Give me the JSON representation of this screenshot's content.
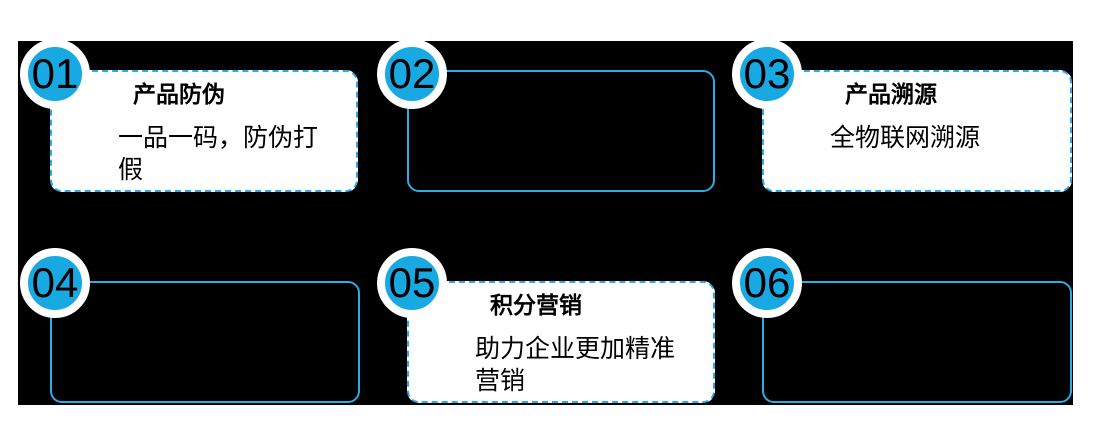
{
  "colors": {
    "accent_blue": "#18A8E2",
    "border_blue": "#2AACE6",
    "panel_bg": "#000000",
    "page_bg": "#FFFFFF",
    "text_color": "#000000"
  },
  "cards": [
    {
      "number": "01",
      "title": "产品防伪",
      "subtitle": "一品一码，防伪打假",
      "filled": true
    },
    {
      "number": "02",
      "filled": false
    },
    {
      "number": "03",
      "title": "产品溯源",
      "subtitle": "全物联网溯源",
      "filled": true
    },
    {
      "number": "04",
      "filled": false
    },
    {
      "number": "05",
      "title": "积分营销",
      "subtitle": "助力企业更加精准营销",
      "filled": true
    },
    {
      "number": "06",
      "filled": false
    }
  ]
}
